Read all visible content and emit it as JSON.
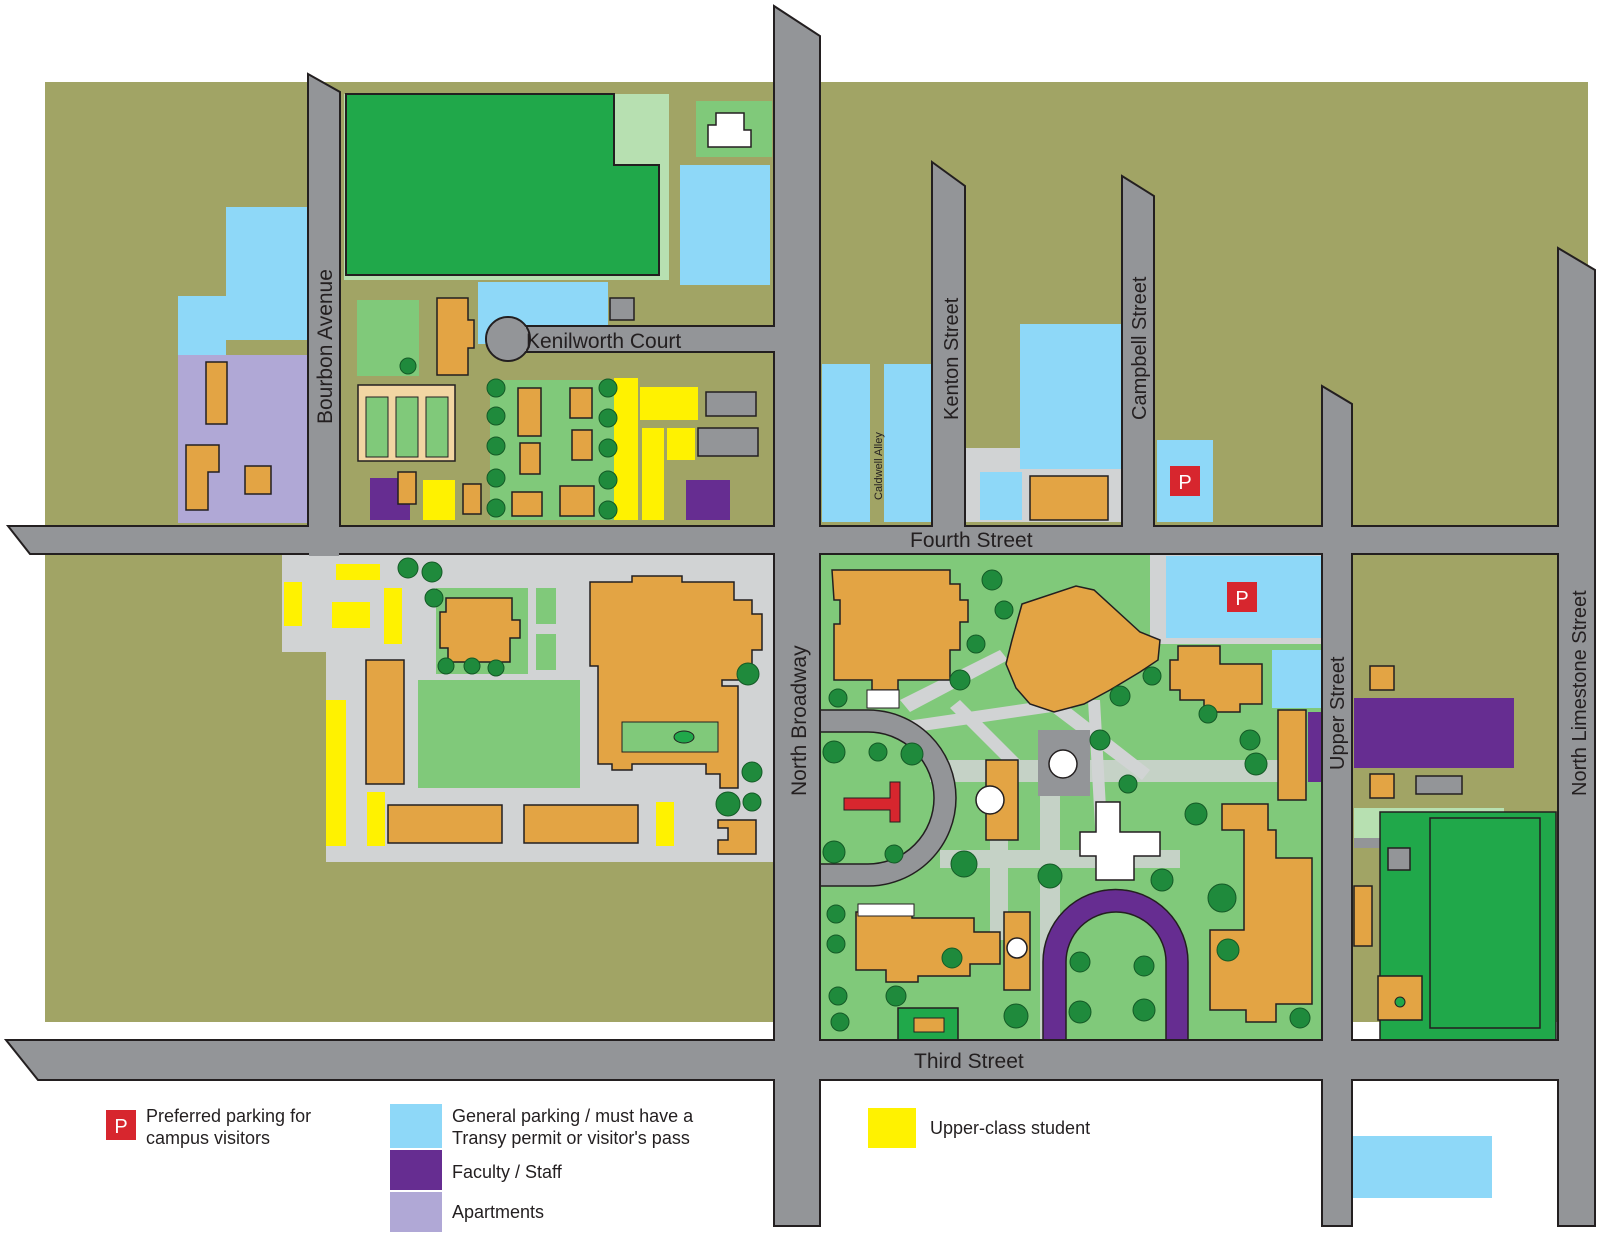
{
  "colors": {
    "land": "#a1a465",
    "road": "#939598",
    "road_edge": "#231f20",
    "plaza": "#d1d3d4",
    "lawn": "#80c97a",
    "field": "#20a84a",
    "building": "#e3a444",
    "tree": "#1f8a3c",
    "general_parking": "#8ed8f8",
    "faculty_staff": "#662d91",
    "apartments": "#b0a8d6",
    "upper_class": "#fff200",
    "preferred": "#d7262e",
    "pale_green": "#b7e0b1"
  },
  "streets": {
    "bourbon": "Bourbon Avenue",
    "kenilworth": "Kenilworth Court",
    "kenton": "Kenton Street",
    "caldwell": "Caldwell Alley",
    "campbell": "Campbell Street",
    "fourth": "Fourth Street",
    "north_broadway": "North Broadway",
    "upper": "Upper Street",
    "north_limestone": "North Limestone Street",
    "third": "Third Street"
  },
  "markers": {
    "preferred_parking_symbol": "P"
  },
  "legend": {
    "preferred_symbol": "P",
    "preferred_line1": "Preferred parking for",
    "preferred_line2": "campus visitors",
    "general_line1": "General parking / must have a",
    "general_line2": "Transy permit or visitor's pass",
    "faculty": "Faculty / Staff",
    "apartments": "Apartments",
    "upper_class": "Upper-class student"
  }
}
